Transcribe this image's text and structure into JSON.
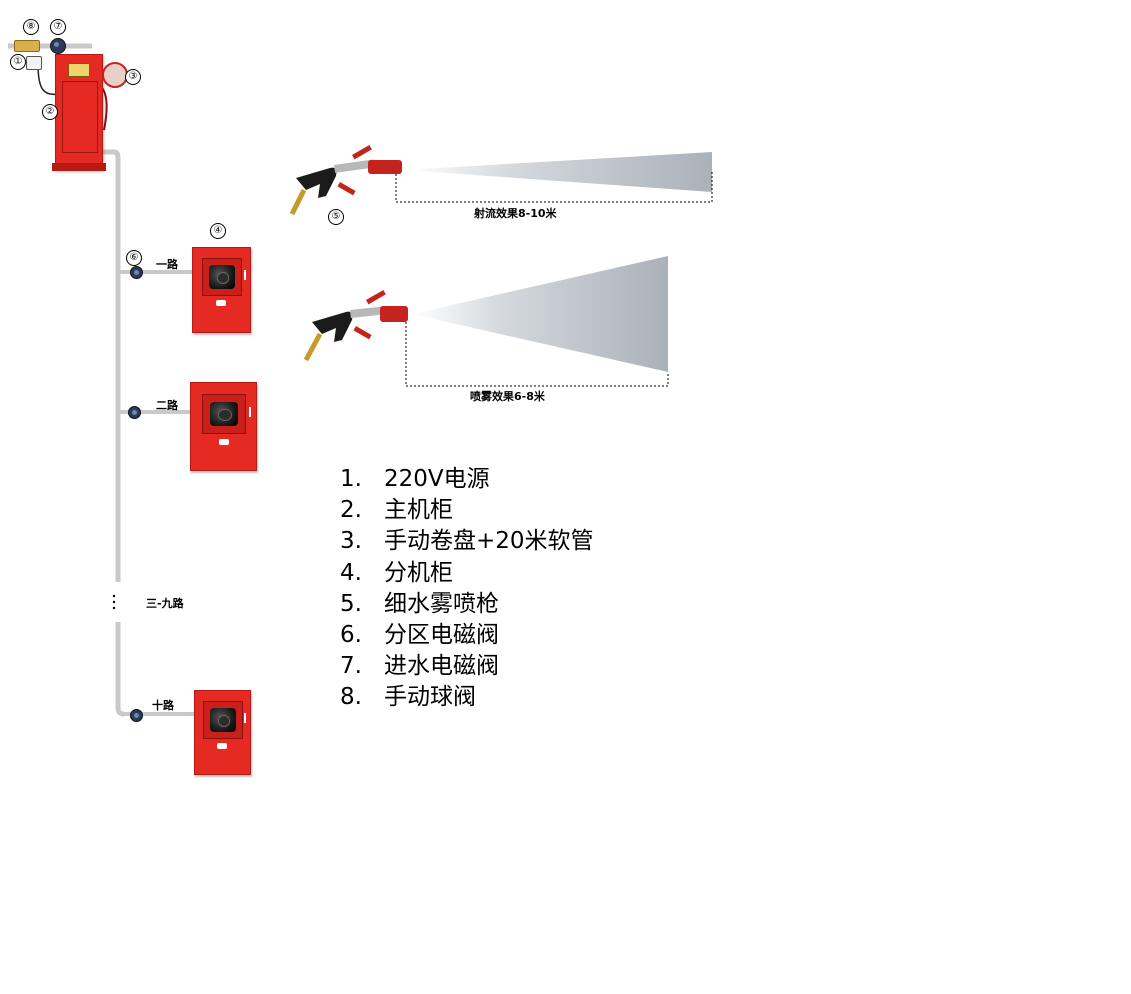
{
  "callouts": {
    "n1": "①",
    "n2": "②",
    "n3": "③",
    "n4": "④",
    "n5": "⑤",
    "n6": "⑥",
    "n7": "⑦",
    "n8": "⑧"
  },
  "branches": {
    "b1": "一路",
    "b2": "二路",
    "b3_9": "三-九路",
    "b10": "十路"
  },
  "effects": {
    "jet": "射流效果8-10米",
    "mist": "喷雾效果6-8米"
  },
  "legend": [
    {
      "n": "1.",
      "text": "220V电源"
    },
    {
      "n": "2.",
      "text": "主机柜"
    },
    {
      "n": "3.",
      "text": "手动卷盘+20米软管"
    },
    {
      "n": "4.",
      "text": "分机柜"
    },
    {
      "n": "5.",
      "text": "细水雾喷枪"
    },
    {
      "n": "6.",
      "text": "分区电磁阀"
    },
    {
      "n": "7.",
      "text": "进水电磁阀"
    },
    {
      "n": "8.",
      "text": "手动球阀"
    }
  ],
  "colors": {
    "cabinet_red": "#e42a22",
    "pipe": "#c9c9c9",
    "valve": "#2a3a5a"
  }
}
